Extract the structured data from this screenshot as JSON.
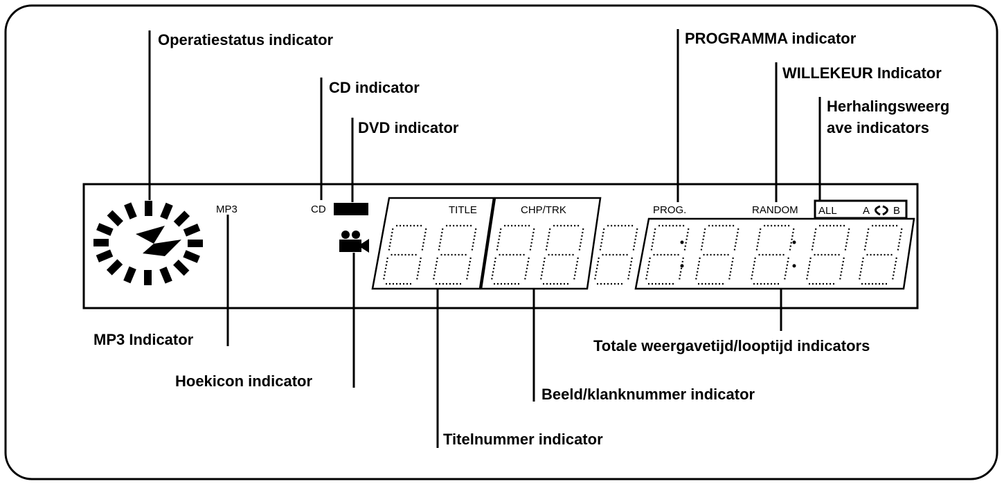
{
  "labels": {
    "operatiestatus": "Operatiestatus indicator",
    "cd": "CD indicator",
    "dvd": "DVD indicator",
    "programma": "PROGRAMMA indicator",
    "willekeur": "WILLEKEUR Indicator",
    "herhaling_line1": "Herhalingsweerg",
    "herhaling_line2": "ave indicators",
    "mp3": "MP3 Indicator",
    "hoekicon": "Hoekicon indicator",
    "totale": "Totale weergavetijd/looptijd indicators",
    "beeld": "Beeld/klanknummer indicator",
    "titel": "Titelnummer indicator"
  },
  "display": {
    "mp3": "MP3",
    "cd": "CD",
    "title": "TITLE",
    "chp_trk": "CHP/TRK",
    "prog": "PROG.",
    "random": "RANDOM",
    "all": "ALL",
    "a": "A",
    "b": "B"
  },
  "icons": {
    "disc_spinner": "operation-status-ring-icon",
    "dvd_block": "dvd-block-icon",
    "camera": "camera-angle-icon",
    "repeat": "repeat-ab-icon"
  }
}
